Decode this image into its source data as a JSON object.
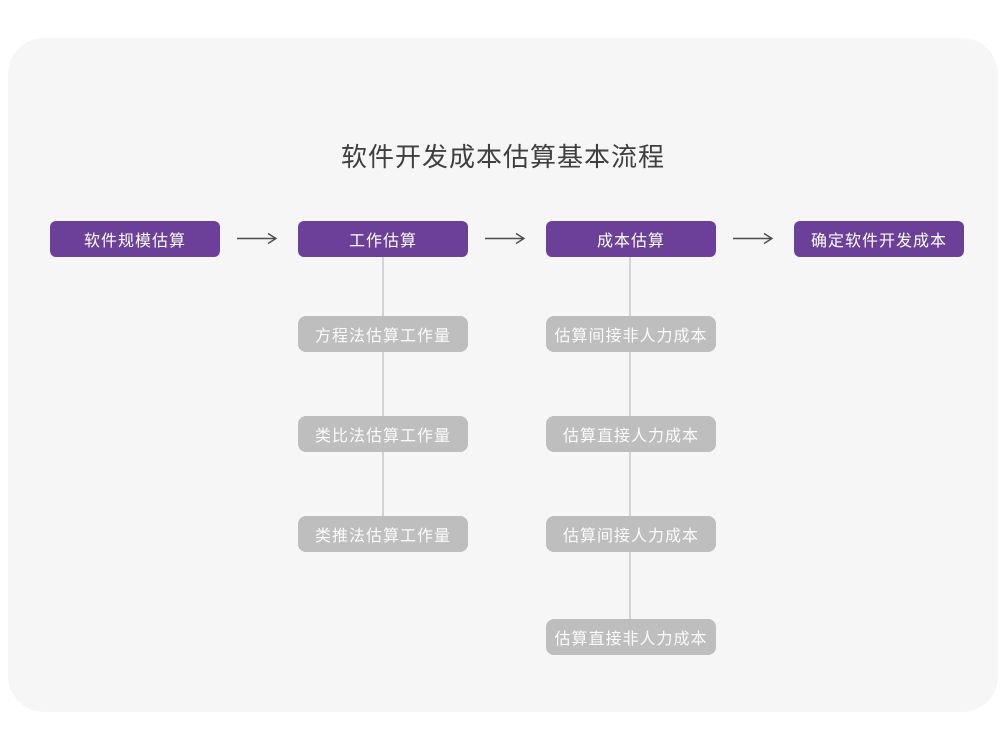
{
  "title": "软件开发成本估算基本流程",
  "colors": {
    "primary": "#6C4098",
    "substep": "#BEBEBE",
    "connector": "#D4D4D4",
    "arrow": "#4D4D4D",
    "card_background": "#F6F6F6",
    "title_color": "#3F3F3F"
  },
  "flow": {
    "main_steps": [
      {
        "label": "软件规模估算"
      },
      {
        "label": "工作估算"
      },
      {
        "label": "成本估算"
      },
      {
        "label": "确定软件开发成本"
      }
    ],
    "work_estimation_substeps": [
      "方程法估算工作量",
      "类比法估算工作量",
      "类推法估算工作量"
    ],
    "cost_estimation_substeps": [
      "估算间接非人力成本",
      "估算直接人力成本",
      "估算间接人力成本",
      "估算直接非人力成本"
    ]
  }
}
